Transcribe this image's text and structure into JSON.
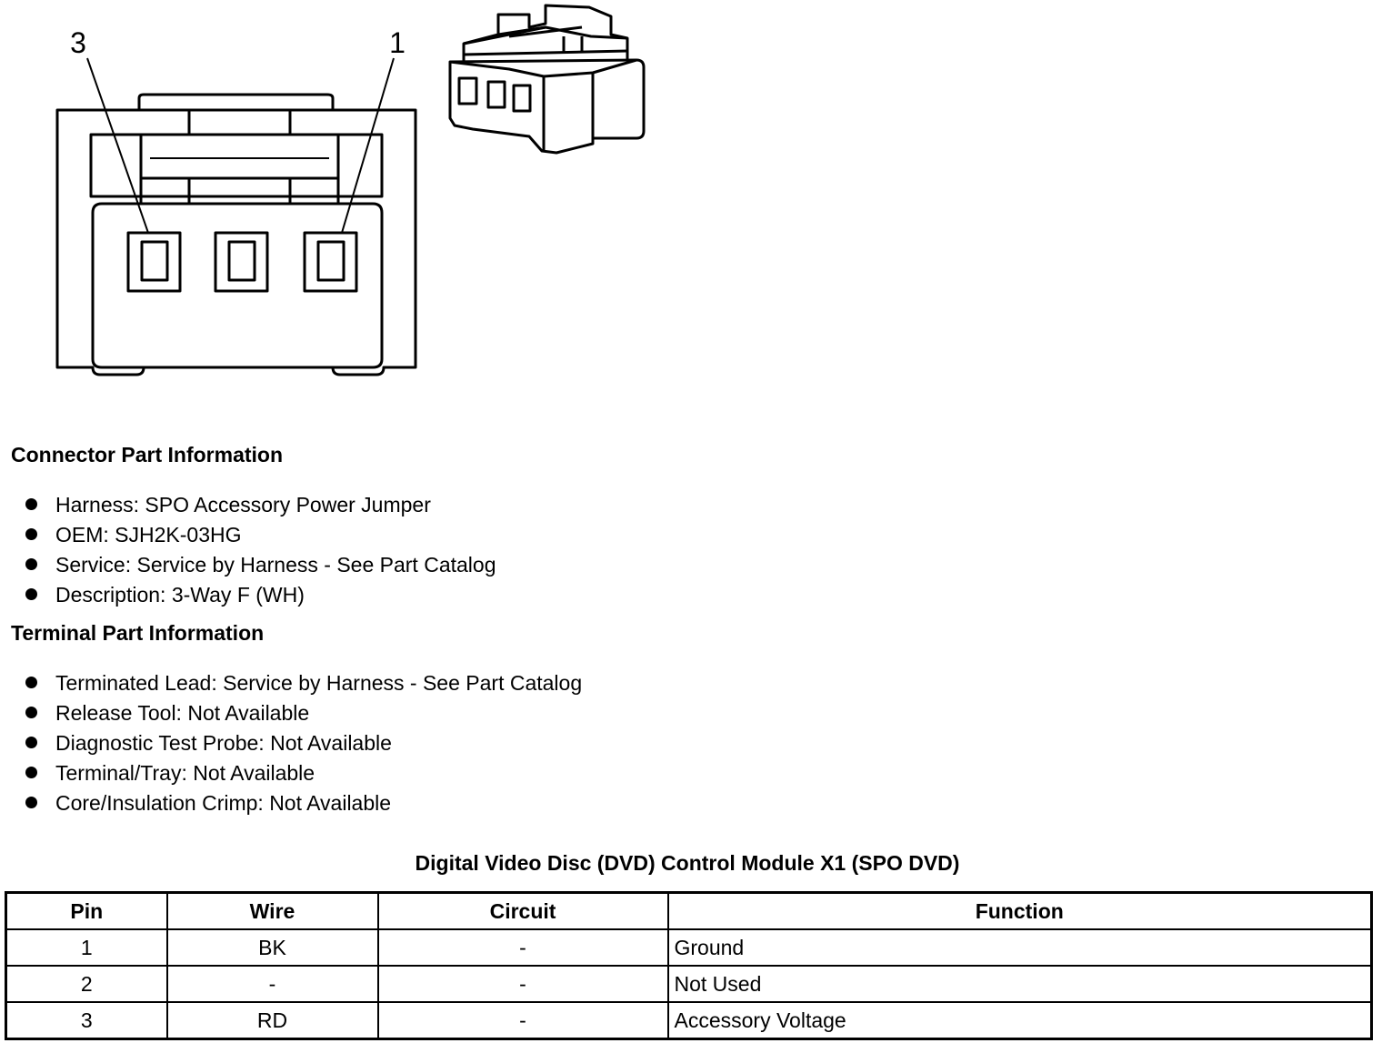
{
  "diagram": {
    "pin_labels": [
      "3",
      "1"
    ]
  },
  "connector_info": {
    "heading": "Connector Part Information",
    "items": [
      "Harness: SPO Accessory Power Jumper",
      "OEM: SJH2K-03HG",
      "Service: Service by Harness - See Part Catalog",
      "Description: 3-Way F (WH)"
    ]
  },
  "terminal_info": {
    "heading": "Terminal Part Information",
    "items": [
      "Terminated Lead: Service by Harness - See Part Catalog",
      "Release Tool: Not Available",
      "Diagnostic Test Probe: Not Available",
      "Terminal/Tray: Not Available",
      "Core/Insulation Crimp: Not Available"
    ]
  },
  "table": {
    "title": "Digital Video Disc (DVD) Control Module X1 (SPO DVD)",
    "headers": [
      "Pin",
      "Wire",
      "Circuit",
      "Function"
    ],
    "rows": [
      [
        "1",
        "BK",
        "-",
        "Ground"
      ],
      [
        "2",
        "-",
        "-",
        "Not Used"
      ],
      [
        "3",
        "RD",
        "-",
        "Accessory Voltage"
      ]
    ]
  }
}
